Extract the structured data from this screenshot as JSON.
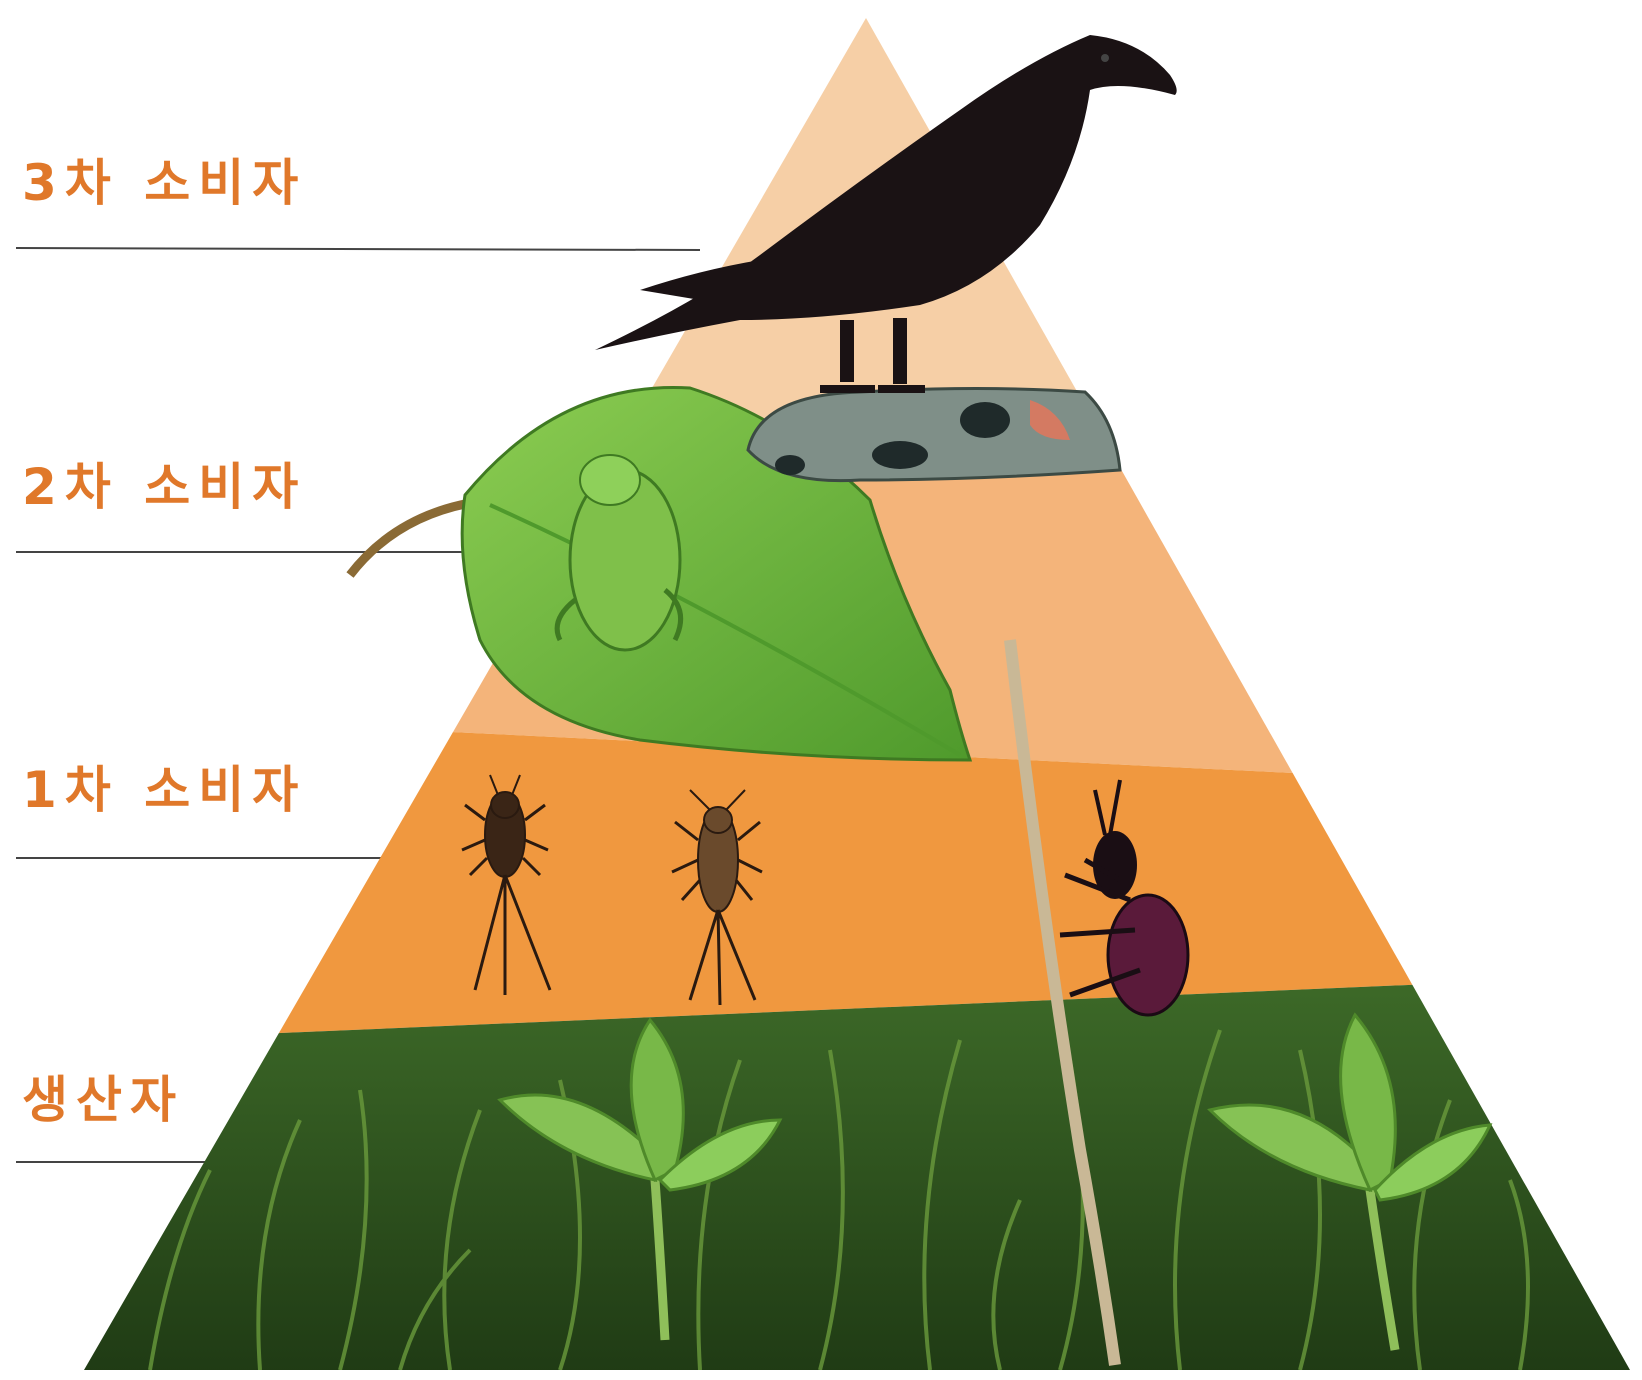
{
  "levels": [
    {
      "key": "tertiary",
      "label": "3차 소비자",
      "organisms": [
        "crow-icon"
      ]
    },
    {
      "key": "secondary",
      "label": "2차 소비자",
      "organisms": [
        "snake-icon",
        "frog-icon"
      ]
    },
    {
      "key": "primary",
      "label": "1차 소비자",
      "organisms": [
        "mayfly-nymph-icon",
        "mayfly-nymph-icon",
        "weevil-icon"
      ]
    },
    {
      "key": "producer",
      "label": "생산자",
      "organisms": [
        "grass-icon",
        "seedling-icon",
        "seedling-icon"
      ]
    }
  ],
  "colors": {
    "label_text": "#e0782a",
    "guide_line": "#444444",
    "tier_top": "#f6cfa6",
    "tier_second": "#f4b47a",
    "tier_third": "#f0983f",
    "tier_bottom": "#2f5a1f",
    "leaf": "#6fb83c",
    "crow": "#1a1214"
  }
}
